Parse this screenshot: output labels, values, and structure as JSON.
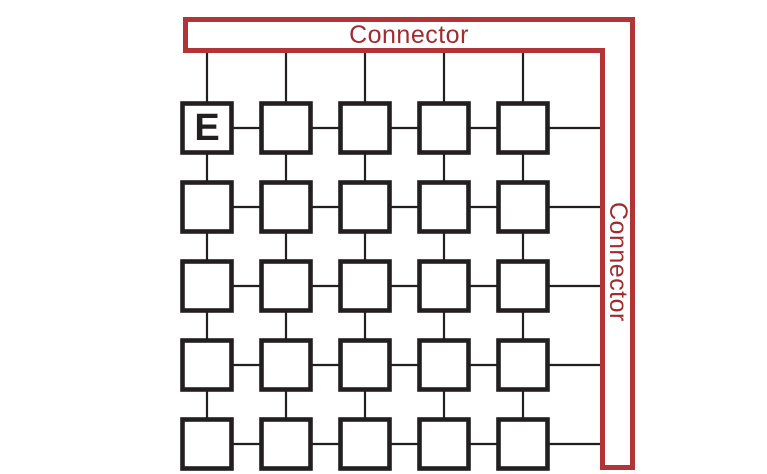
{
  "connectors": {
    "top": {
      "label": "Connector"
    },
    "right": {
      "label": "Connector"
    }
  },
  "grid": {
    "rows": 5,
    "cols": 5,
    "endpoint": {
      "label": "E",
      "row": 1,
      "col": 1
    }
  },
  "colors": {
    "connector_stroke": "#b23437",
    "connector_text": "#a02c31",
    "node_stroke": "#231f20",
    "link_stroke": "#231f20",
    "background": "#ffffff"
  }
}
